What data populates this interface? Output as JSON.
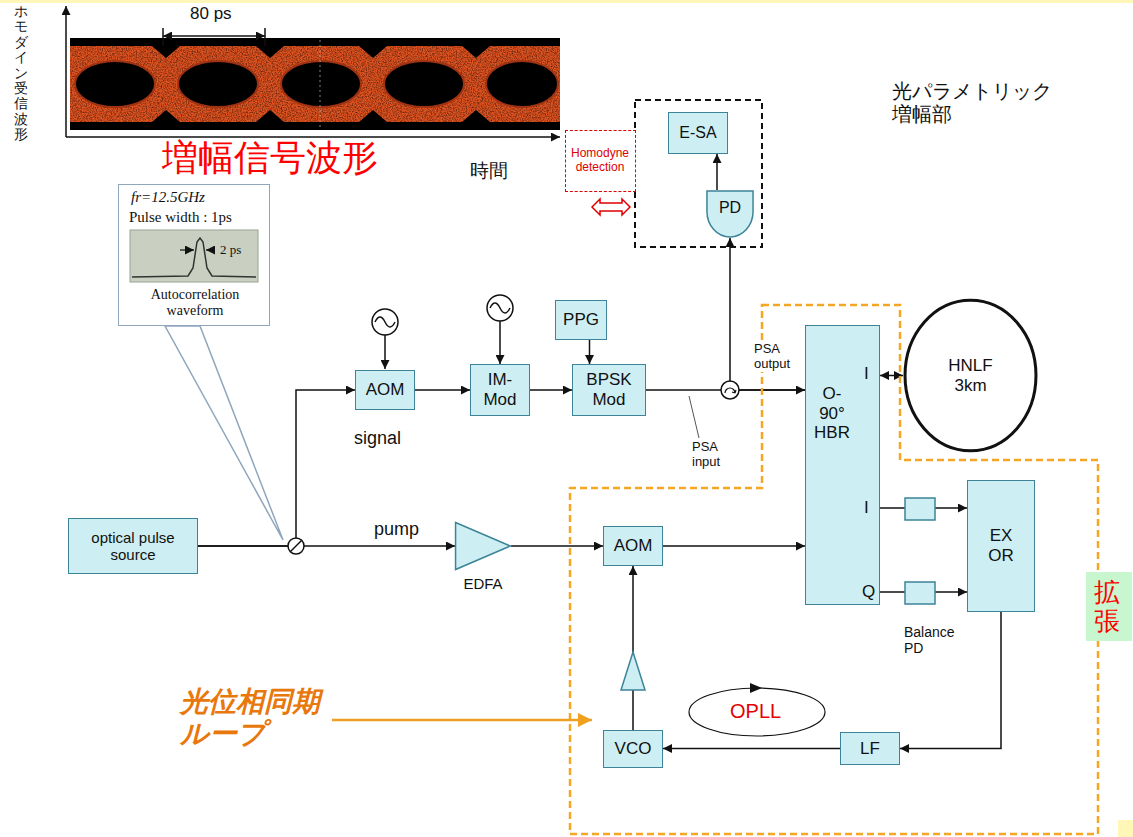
{
  "diagram": {
    "nodes": [
      {
        "text": [
          "fr=12.5GHz",
          "Pulse width : 1ps",
          "2 ps",
          "Autocorrelation waveform"
        ]
      },
      {
        "text": [
          "Homodyne detection"
        ]
      },
      {
        "text": [
          "E-SA"
        ]
      },
      {
        "text": [
          "PD"
        ]
      },
      {
        "text": [
          "AOM"
        ]
      },
      {
        "text": [
          "IM- Mod"
        ]
      },
      {
        "text": [
          "PPG"
        ]
      },
      {
        "text": [
          "BPSK Mod"
        ]
      },
      {
        "text": [
          "O- 90° HBR",
          "I",
          "I",
          "Q"
        ]
      },
      {
        "text": [
          "HNLF 3km"
        ]
      },
      {
        "text": [
          "optical pulse source"
        ]
      },
      {
        "text": [
          "EDFA"
        ]
      },
      {
        "text": [
          "AOM"
        ]
      },
      {
        "text": [
          "EX OR"
        ]
      },
      {
        "text": [
          "LF"
        ]
      },
      {
        "text": [
          "VCO"
        ]
      }
    ],
    "edges": [
      {
        "from": 10,
        "to": 4,
        "arrow": "to"
      },
      {
        "from": 10,
        "to": 11,
        "arrow": "to"
      },
      {
        "from": 4,
        "to": 5,
        "arrow": "to"
      },
      {
        "from": 5,
        "to": 7,
        "arrow": "to"
      },
      {
        "from": 6,
        "to": 7,
        "arrow": "to"
      },
      {
        "from": 7,
        "to": 8,
        "arrow": "to"
      },
      {
        "from": 8,
        "to": 3,
        "arrow": "to"
      },
      {
        "from": 3,
        "to": 2,
        "arrow": "to"
      },
      {
        "from": 8,
        "to": 9,
        "arrow": "both"
      },
      {
        "from": 11,
        "to": 12,
        "arrow": "to"
      },
      {
        "from": 12,
        "to": 8,
        "arrow": "to"
      },
      {
        "from": 8,
        "to": 13,
        "arrow": "to"
      },
      {
        "from": 8,
        "to": 13,
        "arrow": "to"
      },
      {
        "from": 13,
        "to": 14,
        "arrow": "to"
      },
      {
        "from": 14,
        "to": 15,
        "arrow": "to"
      },
      {
        "from": 15,
        "to": 12,
        "arrow": "to"
      }
    ],
    "labels": [
      "80 ps",
      "ホモダイン受信波形",
      "増幅信号波形",
      "時間",
      "光パラメトリック 増幅部",
      "signal",
      "PSA output",
      "PSA input",
      "pump",
      "Balance PD",
      "OPLL",
      "光位相同期 ループ",
      "拡張"
    ]
  }
}
